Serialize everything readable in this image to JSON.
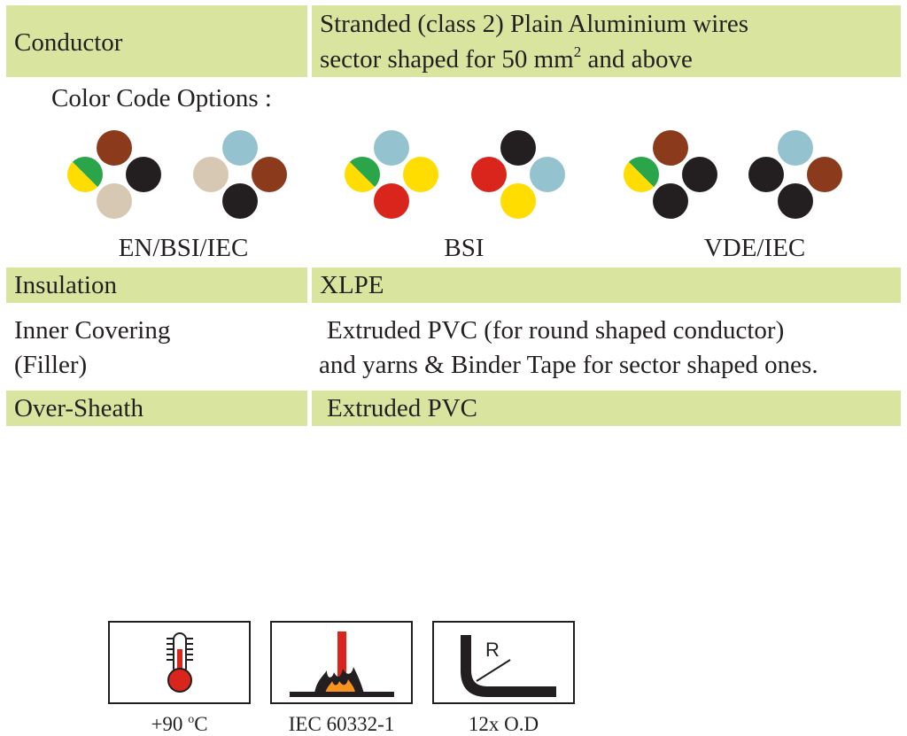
{
  "conductor": {
    "label": "Conductor",
    "value_line1": "Stranded (class 2) Plain Aluminium wires",
    "value_line2_before": "sector shaped for 50 mm",
    "value_line2_sup": "2",
    "value_line2_after": " and above"
  },
  "color_code": {
    "heading": "Color Code Options :",
    "colors": {
      "green": "#2aa549",
      "yellow": "#ffdd00",
      "brown": "#8b3a1c",
      "black": "#231f20",
      "beige": "#d7c8b3",
      "light_blue": "#94c3cf",
      "red": "#da251d"
    },
    "schemes": [
      {
        "label": "EN/BSI/IEC",
        "groups": [
          {
            "top": "brown",
            "left": "green-yellow",
            "right": "black",
            "bottom": "beige"
          },
          {
            "top": "light_blue",
            "left": "beige",
            "right": "brown",
            "bottom": "black"
          }
        ]
      },
      {
        "label": "BSI",
        "groups": [
          {
            "top": "light_blue",
            "left": "green-yellow",
            "right": "yellow",
            "bottom": "red"
          },
          {
            "top": "black",
            "left": "red",
            "right": "light_blue",
            "bottom": "yellow"
          }
        ]
      },
      {
        "label": "VDE/IEC",
        "groups": [
          {
            "top": "brown",
            "left": "green-yellow",
            "right": "black",
            "bottom": "black"
          },
          {
            "top": "light_blue",
            "left": "black",
            "right": "brown",
            "bottom": "black"
          }
        ]
      }
    ]
  },
  "insulation": {
    "label": "Insulation",
    "value": "XLPE"
  },
  "inner_covering": {
    "label_line1": "Inner Covering",
    "label_line2": "(Filler)",
    "value_line1": "Extruded PVC (for round shaped conductor)",
    "value_line2": "and yarns & Binder Tape for sector shaped ones."
  },
  "over_sheath": {
    "label": "Over-Sheath",
    "value": "Extruded PVC"
  },
  "band_color": "#d9e59f",
  "icons": [
    {
      "name": "thermometer-icon",
      "label_before": "+90 ",
      "label_sup": "o",
      "label_after": "C"
    },
    {
      "name": "flame-test-icon",
      "label": "IEC 60332-1"
    },
    {
      "name": "bending-radius-icon",
      "symbol": "R",
      "label": "12x O.D"
    }
  ]
}
